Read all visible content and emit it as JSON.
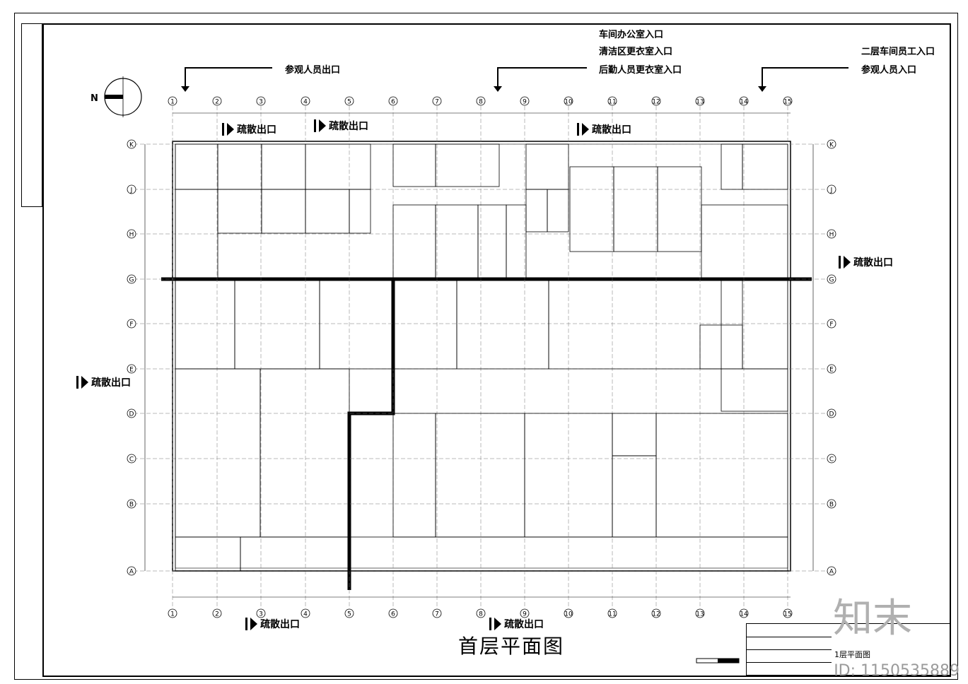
{
  "drawing": {
    "title": "首层平面图",
    "sheet_label": "1层平面图",
    "watermark_id": "ID: 1150535889",
    "logo_text": "知末"
  },
  "entrances": {
    "left_top": "参观人员出口",
    "center_1": "车间办公室入口",
    "center_2": "清洁区更衣室入口",
    "center_3": "后勤人员更衣室入口",
    "right_1": "二层车间员工入口",
    "right_2": "参观人员入口"
  },
  "exits": {
    "top_1": "疏散出口",
    "top_2": "疏散出口",
    "top_3": "疏散出口",
    "right": "疏散出口",
    "left": "疏散出口",
    "bottom_1": "疏散出口",
    "bottom_2": "疏散出口"
  },
  "grid": {
    "columns": [
      "1",
      "2",
      "3",
      "4",
      "5",
      "6",
      "7",
      "8",
      "9",
      "10",
      "11",
      "12",
      "13",
      "14",
      "15"
    ],
    "rows": [
      "K",
      "J",
      "H",
      "G",
      "F",
      "E",
      "D",
      "C",
      "B",
      "A"
    ]
  },
  "compass": {
    "label": "N"
  }
}
